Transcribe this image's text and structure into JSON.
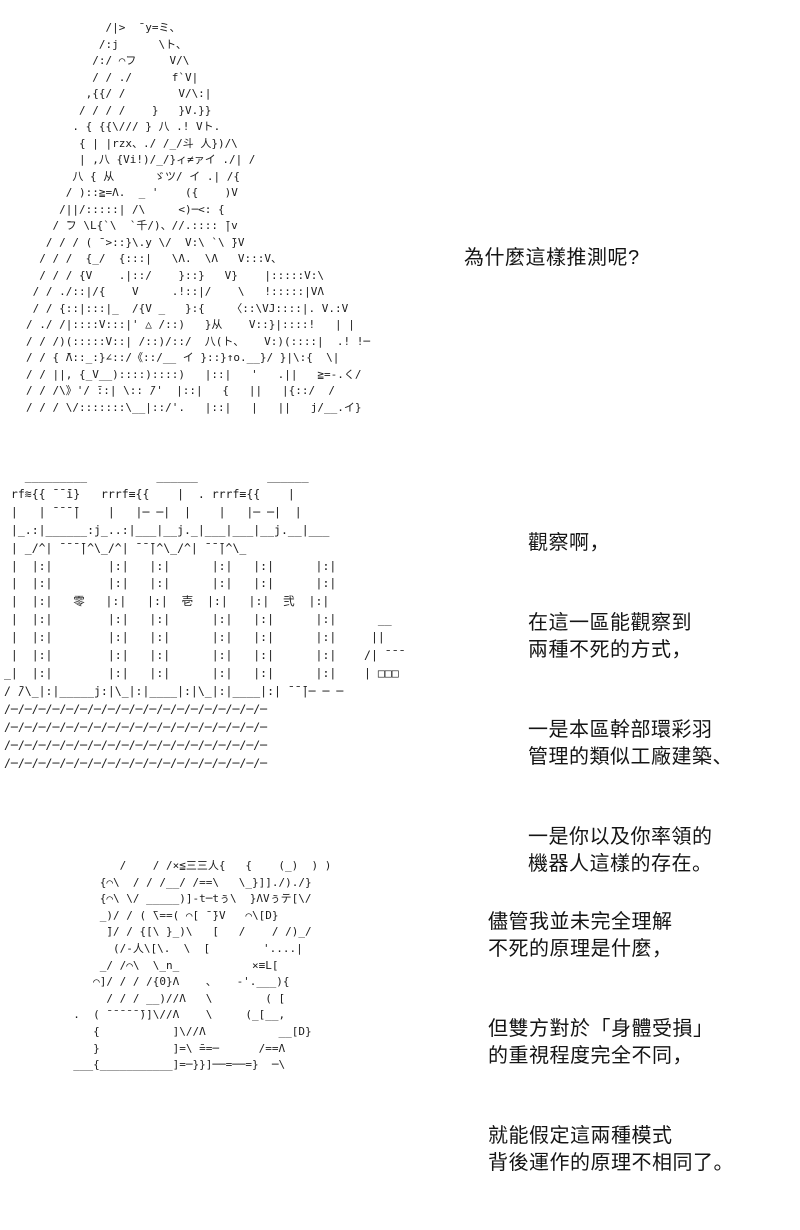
{
  "page": {
    "background": "#ffffff",
    "ink_color": "#1b1b1b",
    "text_color": "#141414"
  },
  "panel1": {
    "art_description": "ascii-art-character-looking-down",
    "art": [
      "            /|>  ̄ y=ミ、",
      "           /:j      \\ト、",
      "          /:/ ⌒フ     V/\\",
      "          / / ./      f`V|",
      "         ,{{/ /        V/\\:|",
      "        / / / /    }   }V.}}",
      "       . { {{\\/// } 八 .! Vト.",
      "        { | |rzx、./ /_/斗 人})/\\",
      "        | ,八 {Vi!)/_/}ィ≠ァイ ./| /",
      "       八 { 从      ゞツ/ イ .| /{",
      "      / )::≧=Λ.  _ '    ({    )V",
      "     /||/:::::| /\\     <)─<: {",
      "    / ̄フ \\L{`\\  `千/)、//.:::: ̄|v",
      "   / / / ( ̄ >::}\\.y \\/  V:\\ `\\ ̄}V",
      "  / / /  {_/  {:::|   \\Λ.  \\Λ   V:::V、",
      "  / / / {V    .|::/    }::}   V}    |:::::V:\\",
      " / / ./::|/{    V     .!::|/    \\   !:::::|VΛ",
      " / / {::|:::|_  /{V _   }:{    〈::\\VJ::::|. V.:V",
      "/ ./ /|::::V:::|' △ /::)   }从    V::}|::::!   | |",
      "/ / /)(:::::V::| /::)/::/  八(ト、   V:)(::::|  .! !─",
      "/ / { ̄Λ::_:}∠::/《::/__ イ }::}↑o.__}/ }|\\:{  \\|",
      "/ / ||, {_V__)::::)::::)   |::|   '   .||   ≧=-.く/",
      "/ / /\\》'/ ̄::| \\:: ̄/'  |::|   {   ||   |{::/  /",
      "/ / / \\/:::::::\\__|::/'.   |::|   |   ||   j/__.イ}"
    ],
    "dialogue": [
      "為什麼這樣推測呢?"
    ]
  },
  "panel2": {
    "art_description": "ascii-art-factory-buildings",
    "building_labels": [
      "零",
      "壱",
      "弐"
    ],
    "art": [
      "   _________          ______          ______",
      " rf≋{{ ̄ ̄ ̄i}   rrrf≡{{    |  . rrrf≡{{    |",
      " |   | ̄ ̄ ̄ ̄|    |   |─ ─|  |    |   |─ ─|  |",
      " |_.:|______:j_..:|___|__j._|___|___|__j.__|___",
      " | _/^| ̄ ̄ ̄ ̄|^\\_/^| ̄ ̄ ̄|^\\_/^| ̄ ̄ ̄|^\\_",
      " |  |:|        |:|   |:|      |:|   |:|      |:|",
      " |  |:|        |:|   |:|      |:|   |:|      |:|",
      " |  |:|   零   |:|   |:|  壱  |:|   |:|  弐  |:|",
      " |  |:|        |:|   |:|      |:|   |:|      |:|      __",
      " |  |:|        |:|   |:|      |:|   |:|      |:|     ||",
      " |  |:|        |:|   |:|      |:|   |:|      |:|    /| ̄ ̄ ̄",
      "_|  |:|        |:|   |:|      |:|   |:|      |:|    | □□□",
      "/ ̄/\\_|:|_____j:|\\_|:|____|:|\\_|:|____|:| ̄ ̄ ̄|─ ─ ─",
      "/─/─/─/─/─/─/─/─/─/─/─/─/─/─/─/─/─/─/─",
      "/─/─/─/─/─/─/─/─/─/─/─/─/─/─/─/─/─/─/─",
      "/─/─/─/─/─/─/─/─/─/─/─/─/─/─/─/─/─/─/─",
      "/─/─/─/─/─/─/─/─/─/─/─/─/─/─/─/─/─/─/─"
    ],
    "dialogue_p1": [
      "觀察啊，"
    ],
    "dialogue_p2": [
      "在這一區能觀察到",
      "兩種不死的方式，"
    ],
    "dialogue_p3": [
      "一是本區幹部環彩羽",
      "管理的類似工廠建築、"
    ],
    "dialogue_p4": [
      "一是你以及你率領的",
      "機器人這樣的存在。"
    ]
  },
  "panel3": {
    "art_description": "ascii-art-character-at-desk",
    "art": [
      "         /    / /×≦三三人{   {    (_)  ) )",
      "      {⌒\\  / / /__/ /==\\   \\_}]]./)./}",
      "      {⌒\\ \\/ _____)]-t─tぅ\\  }ΛVぅテ[\\/",
      "      _)/ / ( ̄\\==( ⌒[ ̄ ̄}V   ⌒\\[D}",
      "       ̄]/ / {[\\ }_)\\   [   /    / /)_/",
      "        (/-人\\[\\.  \\  [        '....|",
      "      _/ /⌒\\  \\_n_           ×≡L[",
      "     ⌒]/ / / /{0}Λ    、   -'.___){",
      "       / / / __)//Λ   \\        ( [",
      "  .  ( ̄ ̄ ̄ ̄ ̄ ̄)]\\//Λ    \\     (_[__,",
      "     {           ]\\//Λ           __[D}",
      "     }           ]=\\ ̄==─      /==Λ",
      "  ___{___________]=─}}]──=──=}  ─\\"
    ],
    "dialogue_p1": [
      "儘管我並未完全理解",
      "不死的原理是什麼，"
    ],
    "dialogue_p2": [
      "但雙方對於「身體受損」",
      "的重視程度完全不同，"
    ],
    "dialogue_p3": [
      "就能假定這兩種模式",
      "背後運作的原理不相同了。"
    ]
  }
}
